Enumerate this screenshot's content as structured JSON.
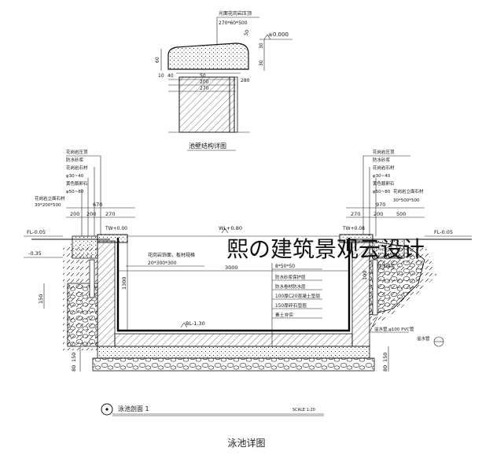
{
  "top_detail": {
    "material_note": "光面花岗岩压顶",
    "dims": [
      "270*60*500",
      "50",
      "10",
      "40",
      "60",
      "30",
      "50",
      "200",
      "270",
      "280",
      "30"
    ],
    "elevation": "±0.000",
    "title": "池壁结构详图"
  },
  "left_labels": [
    "花岗岩压顶",
    "防水砂浆",
    "花岗岩石材",
    "φ30~40",
    "黄色鹅卵石",
    "φ50~80",
    "花岗岩立面石材",
    "30*200*500"
  ],
  "right_labels": [
    "花岗岩压顶",
    "防水砂浆",
    "花岗岩石材",
    "φ30~40",
    "黄色鹅卵石",
    "φ50~80",
    "花岗岩立面石材",
    "30*500*500"
  ],
  "dims": {
    "left_top": "670",
    "left_row": [
      "200",
      "200",
      "270"
    ],
    "right_top": "970",
    "right_row": [
      "270",
      "200",
      "500"
    ],
    "pool_width": "3000",
    "depth": "1300",
    "left_150": "150",
    "bottom_a": "150",
    "bottom_b": "80",
    "right_150": "150",
    "right_100": "100",
    "right_80": "80"
  },
  "levels": {
    "fl_left": "FL-0.05",
    "minus_left": "-0.35",
    "tw_left": "TW+0.00",
    "wl": "WL+0.80",
    "tw_right": "TW+0.08",
    "fl_right": "FL-0.05",
    "bl": "BL-1.30"
  },
  "pool_notes": [
    "花岗岩饰面，板材规格",
    "20*300*300"
  ],
  "right_layer_notes": [
    "8*50*50",
    "防水砂浆保护层",
    "防水卷材防水层",
    "100厚C20混凝土垫层",
    "150厚碎石垫层",
    "素土夯实"
  ],
  "right_bottom_notes": [
    "防水砂浆",
    "溢水管,φ100 PVC管",
    "溢水管"
  ],
  "watermark": "熙の建筑景观云设计",
  "section_title": "泳池剖面 1",
  "scale": "SCALE 1:20",
  "caption": "泳池详图"
}
